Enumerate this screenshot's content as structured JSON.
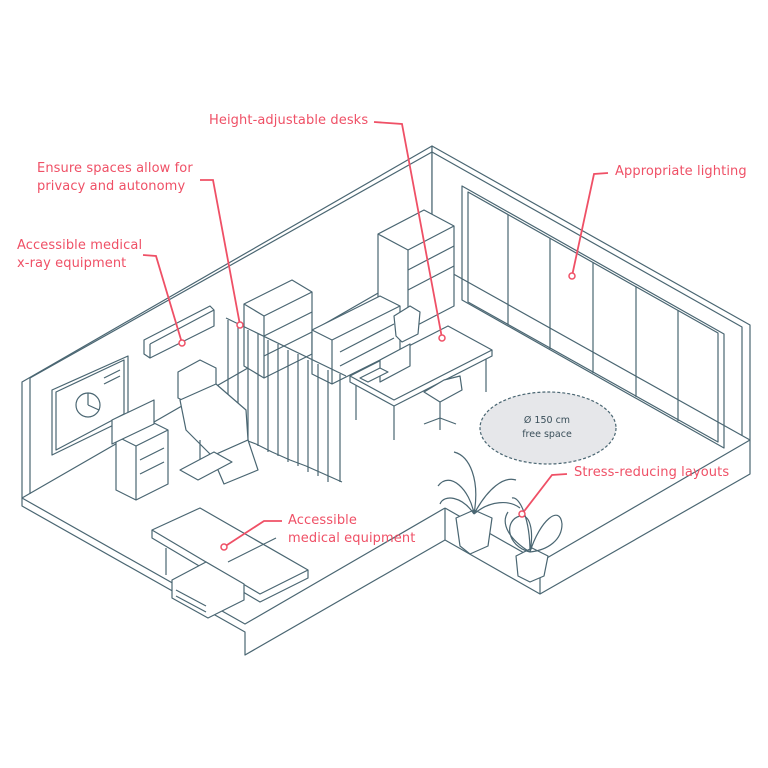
{
  "colors": {
    "accent": "#ef5066",
    "line": "#4a6672",
    "free_space_fill": "#e6e7ea"
  },
  "annotations": [
    {
      "id": "desks",
      "text": "Height-adjustable desks"
    },
    {
      "id": "privacy",
      "line1": "Ensure spaces allow for",
      "line2": "privacy and autonomy"
    },
    {
      "id": "xray",
      "line1": "Accessible medical",
      "line2": "x-ray equipment"
    },
    {
      "id": "lighting",
      "text": "Appropriate lighting"
    },
    {
      "id": "stress",
      "text": "Stress-reducing layouts"
    },
    {
      "id": "equipment",
      "line1": "Accessible",
      "line2": "medical equipment"
    }
  ],
  "free_space": {
    "line1": "Ø 150 cm",
    "line2": "free space"
  }
}
